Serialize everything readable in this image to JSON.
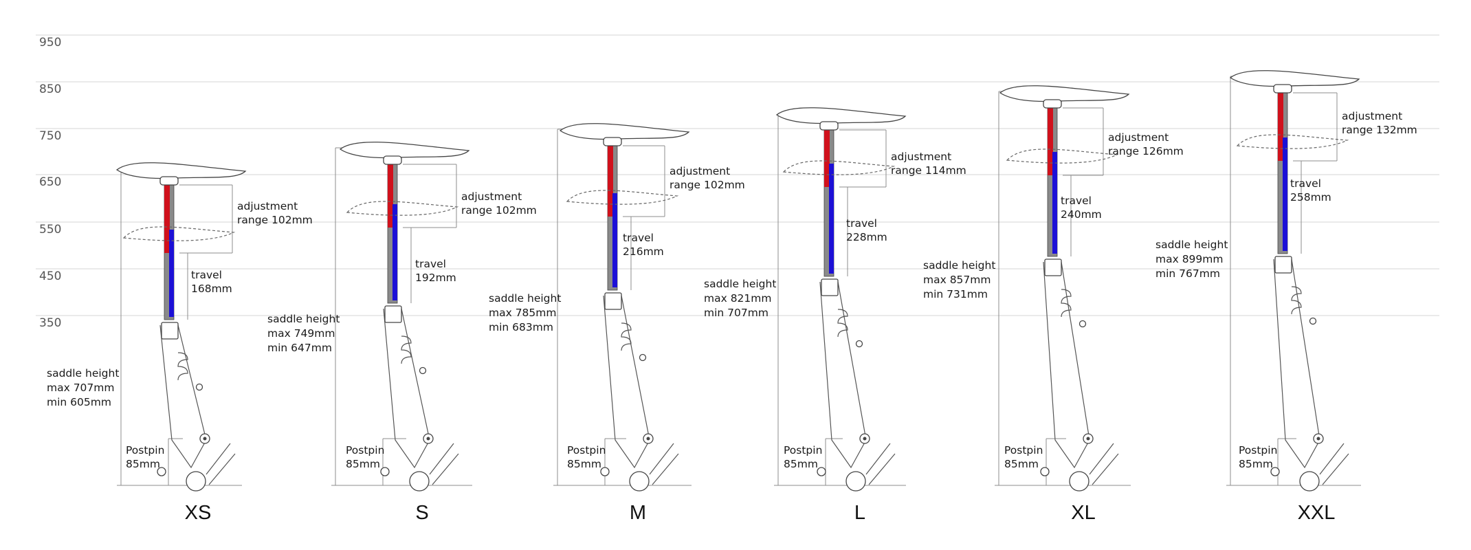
{
  "y_axis": {
    "ticks": [
      "950",
      "850",
      "750",
      "650",
      "550",
      "450",
      "350"
    ]
  },
  "colors": {
    "adjustment_range": "#d0111c",
    "travel": "#1c10d6",
    "stanchion": "#8a8a8a"
  },
  "bikes": [
    {
      "size": "XS",
      "adjustment": {
        "line1": "adjustment",
        "line2": "range 102mm"
      },
      "travel": {
        "line1": "travel",
        "line2": "168mm"
      },
      "saddle": {
        "line1": "saddle height",
        "line2": "max 707mm",
        "line3": "min 605mm"
      },
      "postpin": {
        "line1": "Postpin",
        "line2": "85mm"
      }
    },
    {
      "size": "S",
      "adjustment": {
        "line1": "adjustment",
        "line2": "range 102mm"
      },
      "travel": {
        "line1": "travel",
        "line2": "192mm"
      },
      "saddle": {
        "line1": "saddle height",
        "line2": "max 749mm",
        "line3": "min 647mm"
      },
      "postpin": {
        "line1": "Postpin",
        "line2": "85mm"
      }
    },
    {
      "size": "M",
      "adjustment": {
        "line1": "adjustment",
        "line2": "range 102mm"
      },
      "travel": {
        "line1": "travel",
        "line2": "216mm"
      },
      "saddle": {
        "line1": "saddle height",
        "line2": "max 785mm",
        "line3": "min 683mm"
      },
      "postpin": {
        "line1": "Postpin",
        "line2": "85mm"
      }
    },
    {
      "size": "L",
      "adjustment": {
        "line1": "adjustment",
        "line2": "range 114mm"
      },
      "travel": {
        "line1": "travel",
        "line2": "228mm"
      },
      "saddle": {
        "line1": "saddle height",
        "line2": "max 821mm",
        "line3": "min 707mm"
      },
      "postpin": {
        "line1": "Postpin",
        "line2": "85mm"
      }
    },
    {
      "size": "XL",
      "adjustment": {
        "line1": "adjustment",
        "line2": "range 126mm"
      },
      "travel": {
        "line1": "travel",
        "line2": "240mm"
      },
      "saddle": {
        "line1": "saddle height",
        "line2": "max 857mm",
        "line3": "min 731mm"
      },
      "postpin": {
        "line1": "Postpin",
        "line2": "85mm"
      }
    },
    {
      "size": "XXL",
      "adjustment": {
        "line1": "adjustment",
        "line2": "range 132mm"
      },
      "travel": {
        "line1": "travel",
        "line2": "258mm"
      },
      "saddle": {
        "line1": "saddle height",
        "line2": "max 899mm",
        "line3": "min 767mm"
      },
      "postpin": {
        "line1": "Postpin",
        "line2": "85mm"
      }
    }
  ]
}
